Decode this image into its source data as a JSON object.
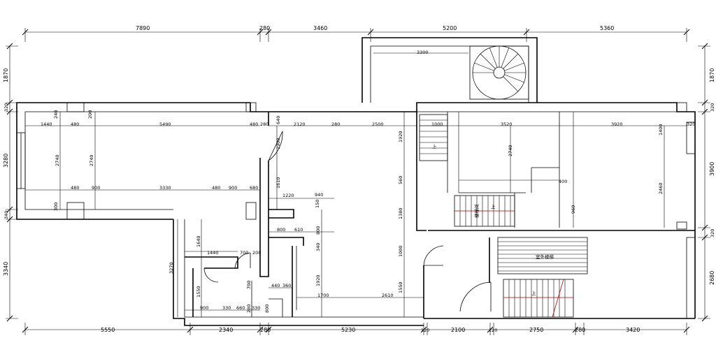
{
  "plan": {
    "top_dims": [
      "7890",
      "280",
      "3460",
      "5200",
      "5360"
    ],
    "bottom_dims": [
      "5550",
      "2340",
      "280",
      "5230",
      "120",
      "2100",
      "120",
      "2750",
      "280",
      "3420"
    ],
    "left_dims": [
      "1870",
      "320",
      "3280",
      "340",
      "3340"
    ],
    "right_dims": [
      "1870",
      "320",
      "3900",
      "320",
      "2680"
    ],
    "interior_dims": [
      "3300",
      "1440",
      "480",
      "5490",
      "480",
      "280",
      "640",
      "2120",
      "280",
      "2500",
      "1000",
      "3520",
      "3920",
      "320",
      "480",
      "900",
      "3330",
      "480",
      "900",
      "680",
      "2740",
      "2740",
      "1900",
      "1610",
      "1220",
      "940",
      "150",
      "800",
      "610",
      "800",
      "340",
      "1640",
      "1440",
      "700",
      "200",
      "3270",
      "1550",
      "900",
      "330",
      "660",
      "280",
      "330",
      "440",
      "360",
      "700",
      "800",
      "1920",
      "1700",
      "2610",
      "1920",
      "560",
      "1380",
      "1000",
      "1550",
      "1400",
      "2740",
      "2460",
      "960",
      "400",
      "300",
      "240",
      "200"
    ],
    "stair_labels": [
      "上",
      "上",
      "上"
    ],
    "labels": [
      "楼梯间",
      "室外楼梯"
    ]
  }
}
